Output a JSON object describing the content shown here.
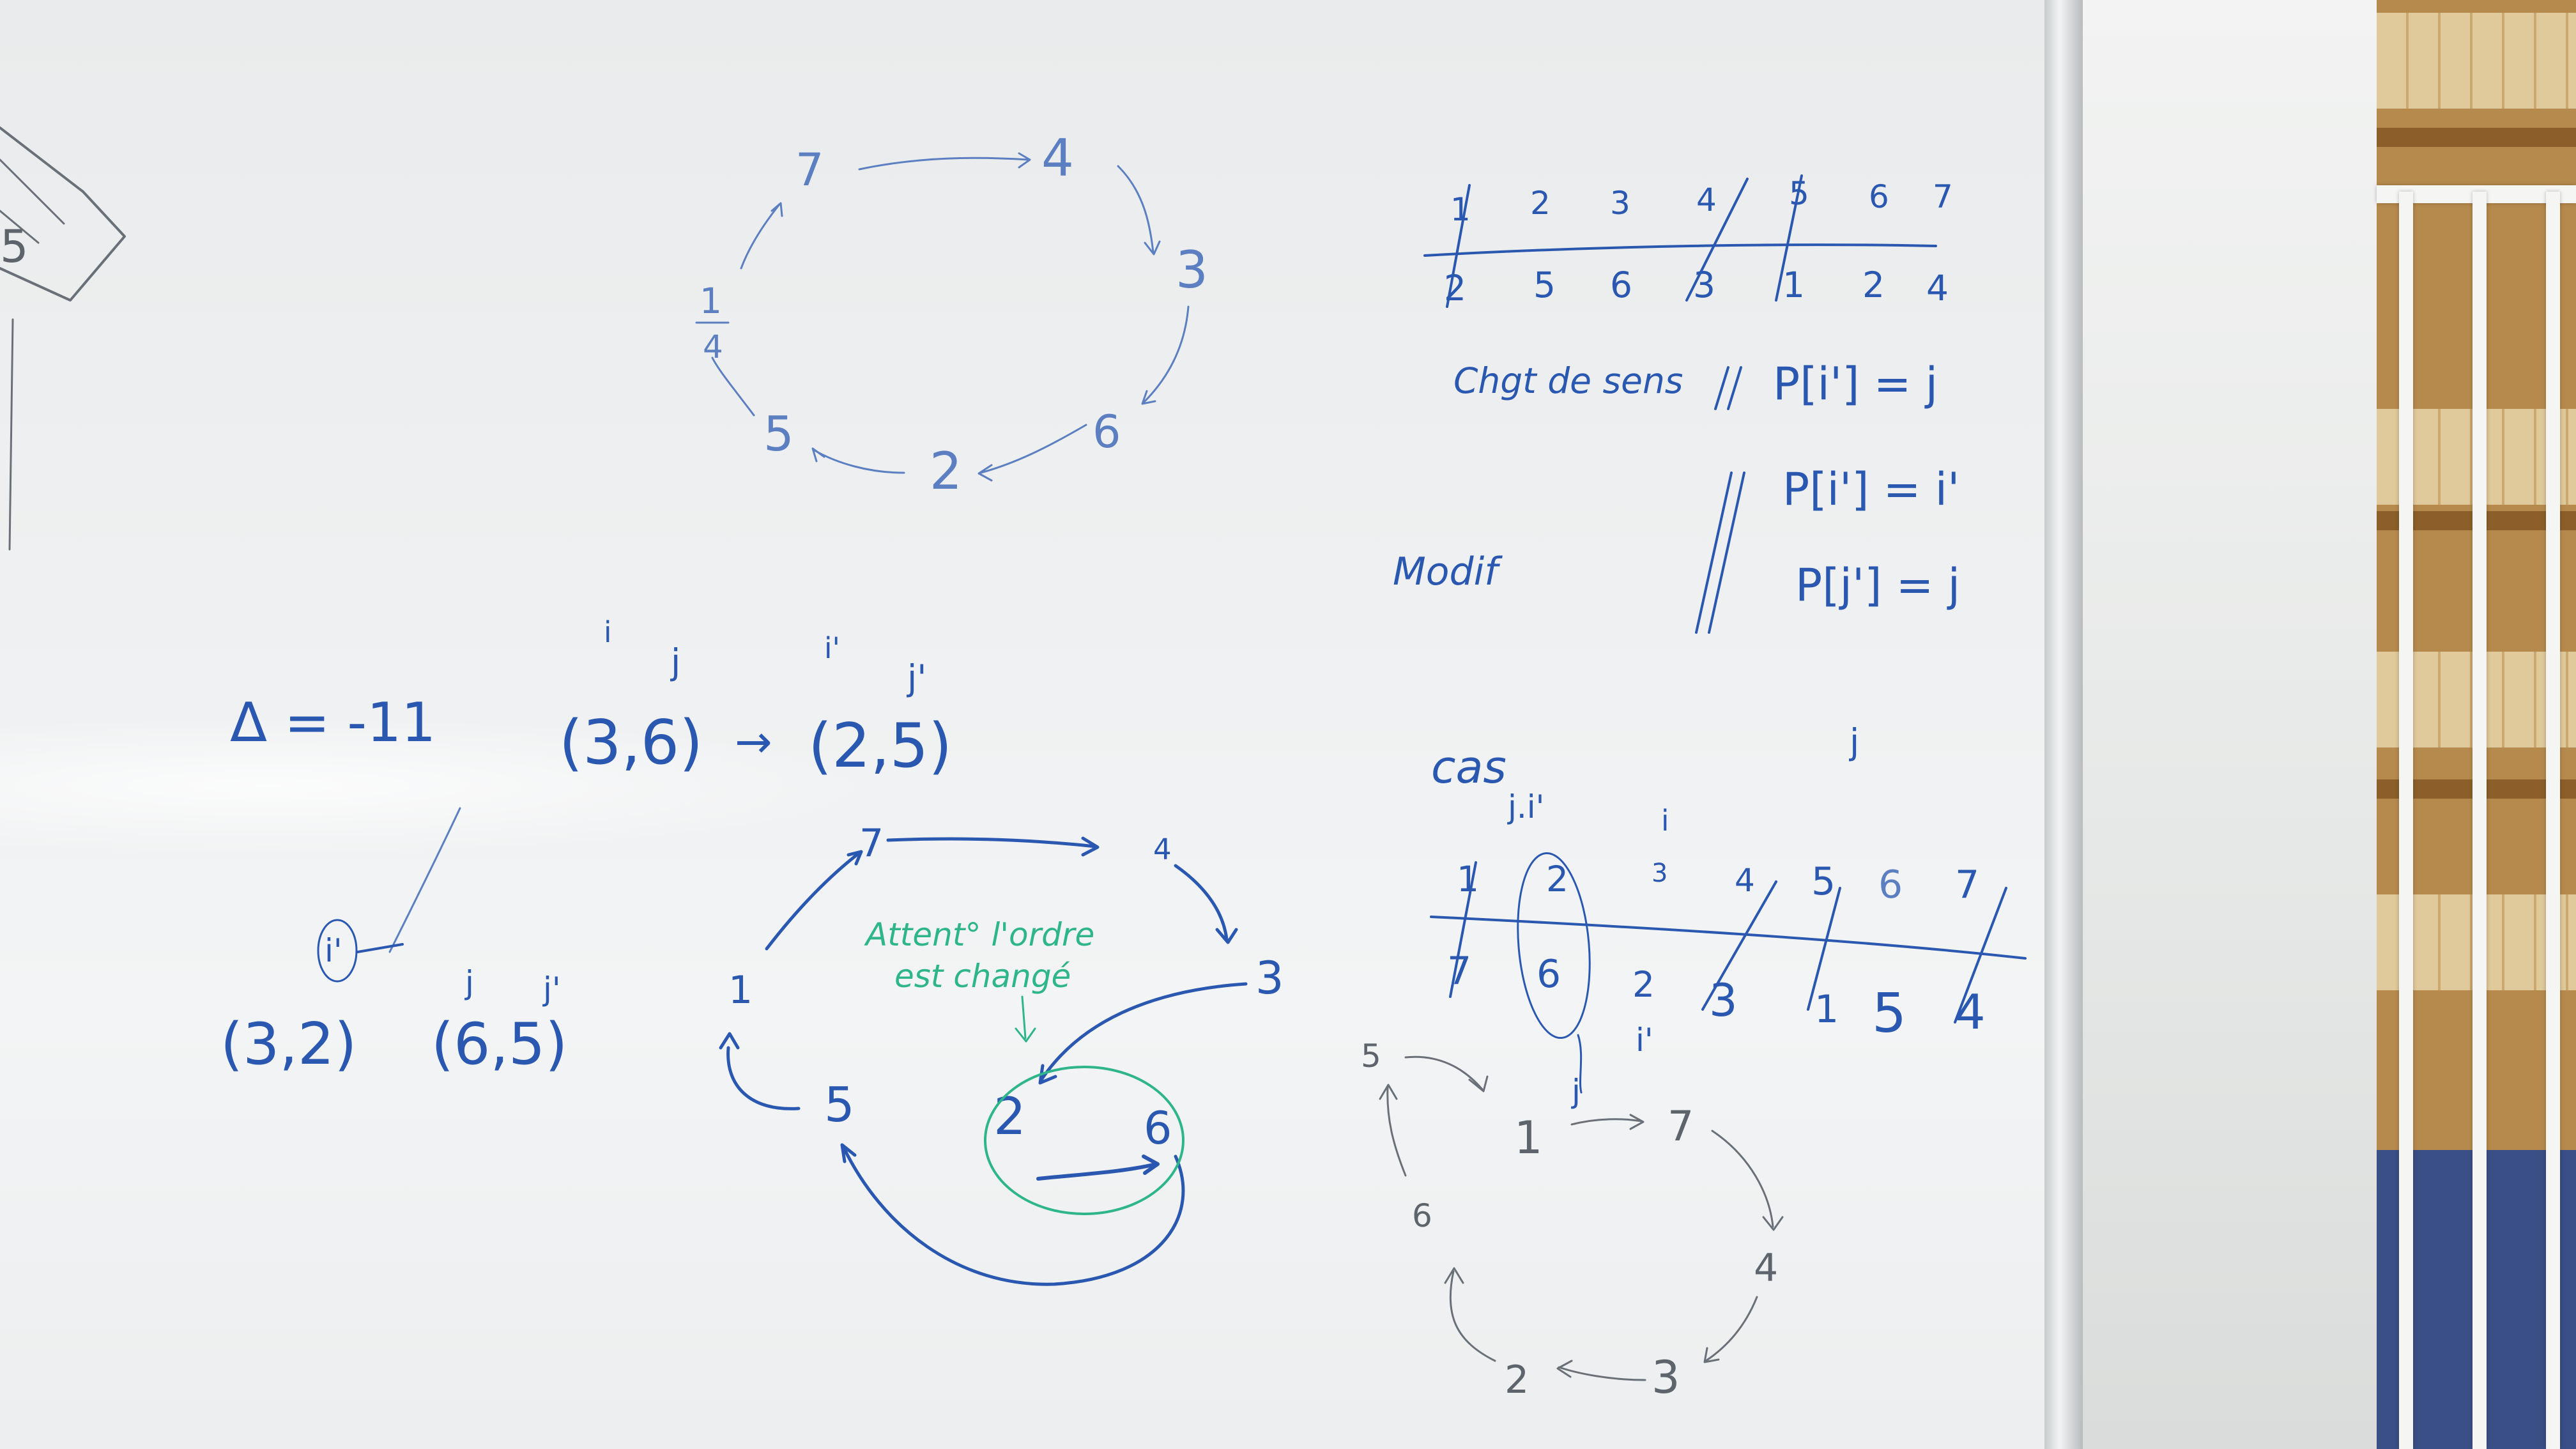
{
  "top_cycle": {
    "nodes": [
      "7",
      "4",
      "3",
      "6",
      "2",
      "5",
      "1",
      "4"
    ]
  },
  "perm_table_top": {
    "top_row": [
      "1",
      "2",
      "3",
      "4",
      "5",
      "6",
      "7"
    ],
    "bottom_row": [
      "2",
      "5",
      "6",
      "3",
      "1",
      "2",
      "4"
    ]
  },
  "notes_top_right": {
    "change_label": "Chgt de sens",
    "change_formula": "P[i'] = j",
    "modif_label": "Modif",
    "modif_formula_1": "P[i'] = i'",
    "modif_formula_2": "P[j'] = j"
  },
  "delta": {
    "text": "Δ = -11"
  },
  "indices_labels": {
    "i": "i",
    "j": "j",
    "i_prime": "i'",
    "j_prime": "j'"
  },
  "pair_transform": {
    "left": "(3,6)",
    "arrow": "→",
    "right": "(2,5)"
  },
  "pairs_bottom": {
    "first": "(3,2)",
    "second": "(6,5)",
    "circled": "i'"
  },
  "middle_cycle": {
    "nodes": [
      "7",
      "4",
      "3",
      "2",
      "6",
      "5",
      "1"
    ],
    "note_line1": "Attent° l'ordre",
    "note_line2": "est changé"
  },
  "cas_table": {
    "label": "cas",
    "marker_i_prime_top": "j.i'",
    "marker_i": "i",
    "top_row": [
      "1",
      "2",
      "3",
      "4",
      "5",
      "6",
      "7"
    ],
    "bottom_row": [
      "7",
      "6",
      "2",
      "3",
      "1",
      "5",
      "4"
    ],
    "marker_j": "j",
    "marker_i_prime": "i'",
    "stray_j": "j"
  },
  "bottom_cycle": {
    "nodes": [
      "5",
      "1",
      "7",
      "4",
      "3",
      "2",
      "6"
    ]
  },
  "colors": {
    "blue_marker": "#2a58b0",
    "light_blue_marker": "#5b7fc0",
    "grey_marker": "#5d646c",
    "green_marker": "#2fb58a"
  }
}
